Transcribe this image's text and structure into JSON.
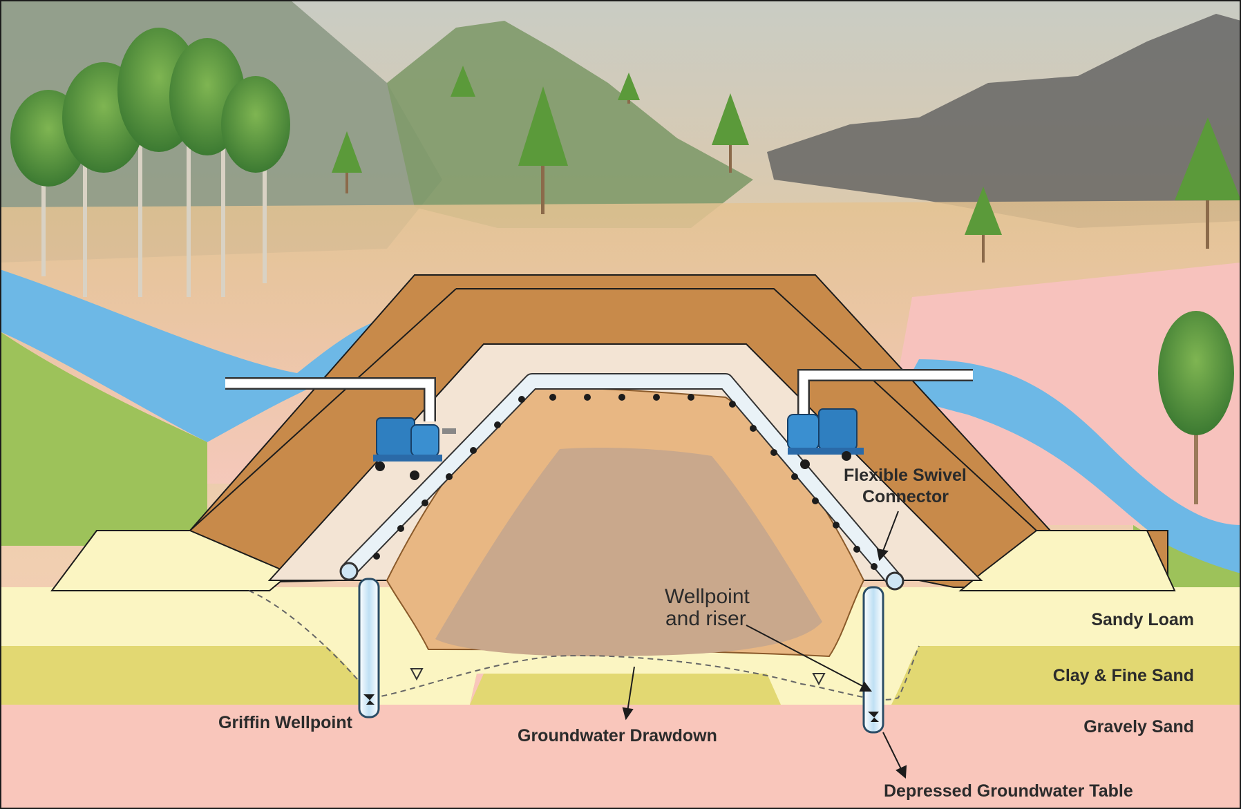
{
  "labels": {
    "flexible_swivel_connector": [
      "Flexible Swivel",
      "Connector"
    ],
    "wellpoint_and_riser": [
      "Wellpoint",
      "and riser"
    ],
    "sandy_loam": "Sandy Loam",
    "clay_fine_sand": "Clay & Fine Sand",
    "gravely_sand": "Gravely Sand",
    "griffin_wellpoint": "Griffin Wellpoint",
    "groundwater_drawdown": "Groundwater Drawdown",
    "depressed_groundwater_table": "Depressed Groundwater Table"
  },
  "colors": {
    "sky": "#d6c4b0",
    "river": "#6db8e6",
    "grass": "#9dc25a",
    "topsoil": "#c88a4a",
    "sandy_loam": "#fbf5c2",
    "clay_fine_sand": "#e2d872",
    "gravely_sand": "#f9c6bb",
    "excavation_floor": "#c9a88c",
    "excavation_wall": "#e8b783",
    "pump": "#2f7fc0",
    "header_pipe": "#ffffff",
    "border": "#1c1c1c"
  }
}
